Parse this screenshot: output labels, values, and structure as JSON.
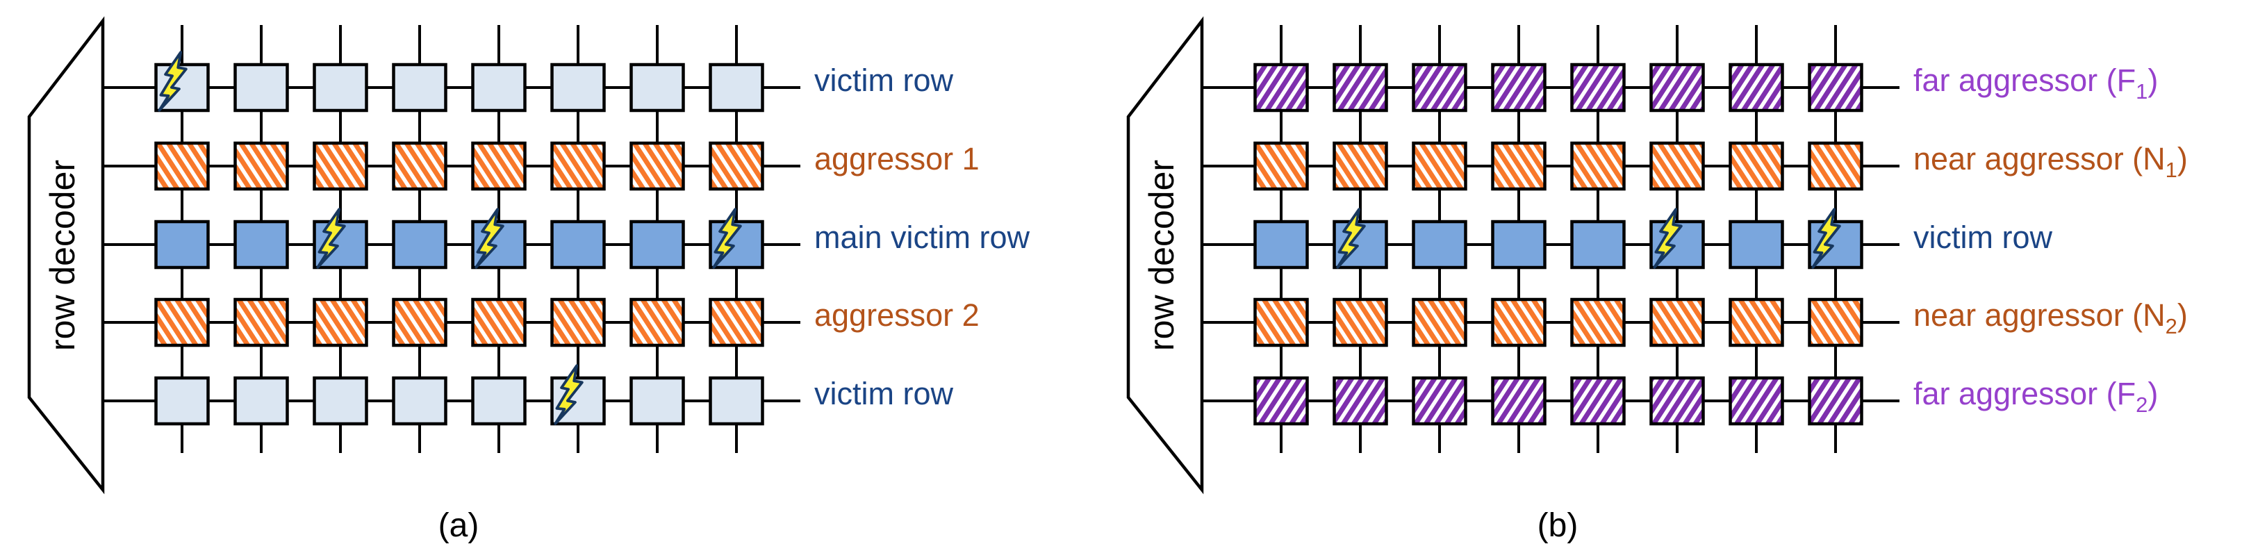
{
  "figure": {
    "description": "DRAM rowhammer access-pattern figure with two mirrored subfigures",
    "icons": {
      "bolt": "lightning-bolt-icon"
    },
    "line_color": "#000000",
    "bolt": {
      "fill": "#f9ee2e",
      "stroke": "#17375e"
    },
    "hatch_colors": {
      "orange": "#f8782a",
      "purple": "#7e2fad"
    },
    "styles": {
      "victim": {
        "cell_fill": "#dbe6f2",
        "hatch": null,
        "label_color": "#1a4485"
      },
      "main-victim": {
        "cell_fill": "#7aa6dd",
        "hatch": null,
        "label_color": "#1a4485"
      },
      "aggressor-near": {
        "cell_fill": "#ffffff",
        "hatch": "orange",
        "label_color": "#b4531a"
      },
      "aggressor-far": {
        "cell_fill": "#ffffff",
        "hatch": "purple",
        "label_color": "#9640cc"
      }
    },
    "panels": [
      {
        "id": "a",
        "caption": "(a)",
        "decoder_label": "row decoder",
        "columns": 8,
        "rows": [
          {
            "name": "victim-row-top",
            "style": "victim",
            "bolt_columns": [
              1
            ],
            "label": {
              "text": "victim row",
              "sub": "",
              "suffix": ""
            }
          },
          {
            "name": "aggressor-1",
            "style": "aggressor-near",
            "bolt_columns": [],
            "label": {
              "text": "aggressor 1",
              "sub": "",
              "suffix": ""
            }
          },
          {
            "name": "main-victim-row",
            "style": "main-victim",
            "bolt_columns": [
              3,
              5,
              8
            ],
            "label": {
              "text": "main victim row",
              "sub": "",
              "suffix": ""
            }
          },
          {
            "name": "aggressor-2",
            "style": "aggressor-near",
            "bolt_columns": [],
            "label": {
              "text": "aggressor 2",
              "sub": "",
              "suffix": ""
            }
          },
          {
            "name": "victim-row-bottom",
            "style": "victim",
            "bolt_columns": [
              6
            ],
            "label": {
              "text": "victim row",
              "sub": "",
              "suffix": ""
            }
          }
        ]
      },
      {
        "id": "b",
        "caption": "(b)",
        "decoder_label": "row decoder",
        "columns": 8,
        "rows": [
          {
            "name": "far-aggressor-1",
            "style": "aggressor-far",
            "bolt_columns": [],
            "label": {
              "text": "far aggressor (F",
              "sub": "1",
              "suffix": ")"
            }
          },
          {
            "name": "near-aggressor-1",
            "style": "aggressor-near",
            "bolt_columns": [],
            "label": {
              "text": "near aggressor (N",
              "sub": "1",
              "suffix": ")"
            }
          },
          {
            "name": "victim-row",
            "style": "main-victim",
            "bolt_columns": [
              2,
              6,
              8
            ],
            "label": {
              "text": "victim row",
              "sub": "",
              "suffix": ""
            }
          },
          {
            "name": "near-aggressor-2",
            "style": "aggressor-near",
            "bolt_columns": [],
            "label": {
              "text": "near aggressor (N",
              "sub": "2",
              "suffix": ")"
            }
          },
          {
            "name": "far-aggressor-2",
            "style": "aggressor-far",
            "bolt_columns": [],
            "label": {
              "text": "far aggressor (F",
              "sub": "2",
              "suffix": ")"
            }
          }
        ]
      }
    ]
  }
}
